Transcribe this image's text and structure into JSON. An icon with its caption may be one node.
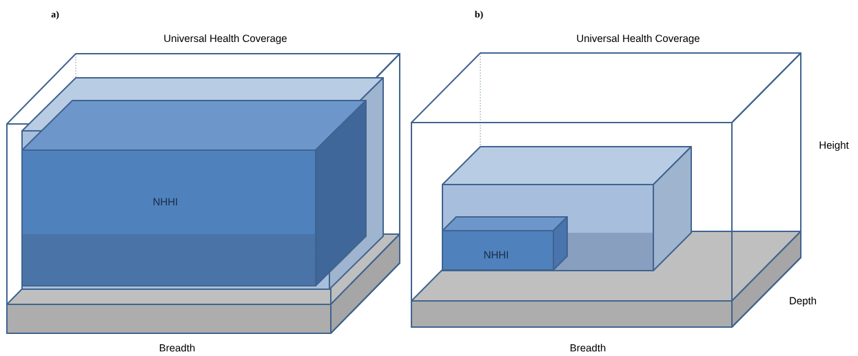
{
  "diagram": {
    "nodes": [
      {
        "text": [
          "Universal Health Coverage"
        ]
      },
      {
        "text": [],
        "shape": "box",
        "in": 0
      },
      {
        "text": [
          "NHHI"
        ],
        "in": 1
      },
      {
        "text": [
          "Universal Health Coverage"
        ]
      },
      {
        "text": [],
        "shape": "box",
        "in": 3
      },
      {
        "text": [
          "NHHI"
        ],
        "in": 4
      }
    ],
    "labels": [
      "a)",
      "b)",
      "Height",
      "Depth",
      "Breadth",
      "Breadth"
    ]
  }
}
